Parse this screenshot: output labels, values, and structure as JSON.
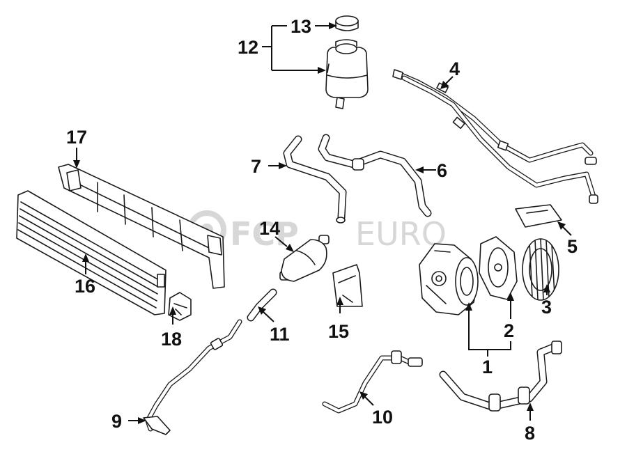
{
  "watermark": {
    "brand": "FCP",
    "suffix": "EURO"
  },
  "callouts": [
    {
      "id": "c1",
      "label": "1"
    },
    {
      "id": "c2",
      "label": "2"
    },
    {
      "id": "c3",
      "label": "3"
    },
    {
      "id": "c4",
      "label": "4"
    },
    {
      "id": "c5",
      "label": "5"
    },
    {
      "id": "c6",
      "label": "6"
    },
    {
      "id": "c7",
      "label": "7"
    },
    {
      "id": "c8",
      "label": "8"
    },
    {
      "id": "c9",
      "label": "9"
    },
    {
      "id": "c10",
      "label": "10"
    },
    {
      "id": "c11",
      "label": "11"
    },
    {
      "id": "c12",
      "label": "12"
    },
    {
      "id": "c13",
      "label": "13"
    },
    {
      "id": "c14",
      "label": "14"
    },
    {
      "id": "c15",
      "label": "15"
    },
    {
      "id": "c16",
      "label": "16"
    },
    {
      "id": "c17",
      "label": "17"
    },
    {
      "id": "c18",
      "label": "18"
    }
  ]
}
